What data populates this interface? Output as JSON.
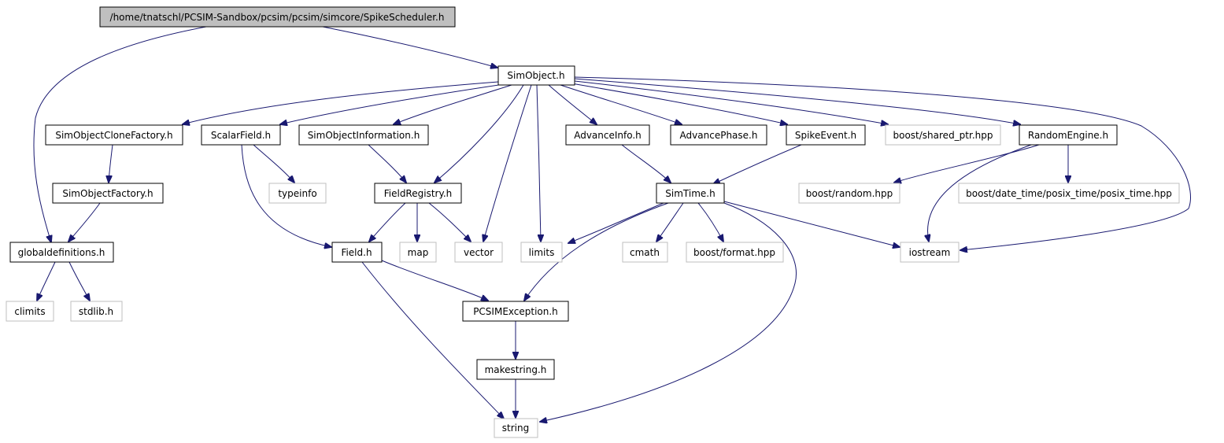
{
  "diagram": {
    "nodes": {
      "spike_scheduler": "/home/tnatschl/PCSIM-Sandbox/pcsim/pcsim/simcore/SpikeScheduler.h",
      "sim_object": "SimObject.h",
      "sim_object_clone_factory": "SimObjectCloneFactory.h",
      "scalar_field": "ScalarField.h",
      "sim_object_information": "SimObjectInformation.h",
      "advance_info": "AdvanceInfo.h",
      "advance_phase": "AdvancePhase.h",
      "spike_event": "SpikeEvent.h",
      "boost_shared_ptr": "boost/shared_ptr.hpp",
      "random_engine": "RandomEngine.h",
      "sim_object_factory": "SimObjectFactory.h",
      "typeinfo": "typeinfo",
      "field_registry": "FieldRegistry.h",
      "sim_time": "SimTime.h",
      "boost_random": "boost/random.hpp",
      "boost_posix_time": "boost/date_time/posix_time/posix_time.hpp",
      "global_definitions": "globaldefinitions.h",
      "field": "Field.h",
      "map": "map",
      "vector": "vector",
      "limits": "limits",
      "cmath": "cmath",
      "boost_format": "boost/format.hpp",
      "iostream": "iostream",
      "climits": "climits",
      "stdlib": "stdlib.h",
      "pcsim_exception": "PCSIMException.h",
      "makestring": "makestring.h",
      "string": "string"
    },
    "colors": {
      "edge": "#191970",
      "node_border": "#000000",
      "external_border": "#bfbfbf",
      "root_fill": "#bfbfbf"
    }
  }
}
